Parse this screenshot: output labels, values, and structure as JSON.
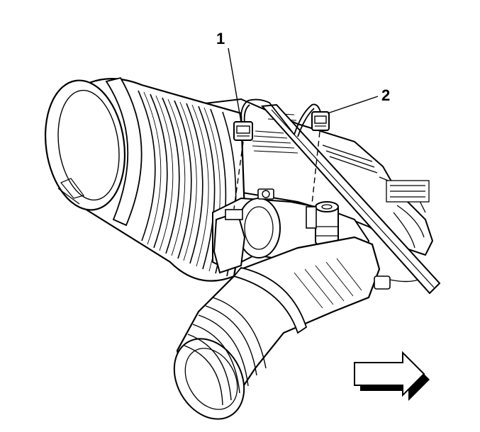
{
  "callouts": [
    {
      "id": "1",
      "label": "1"
    },
    {
      "id": "2",
      "label": "2"
    }
  ],
  "colors": {
    "line": "#000000",
    "background": "#ffffff"
  },
  "icons": {
    "direction": "arrow-right-icon"
  }
}
